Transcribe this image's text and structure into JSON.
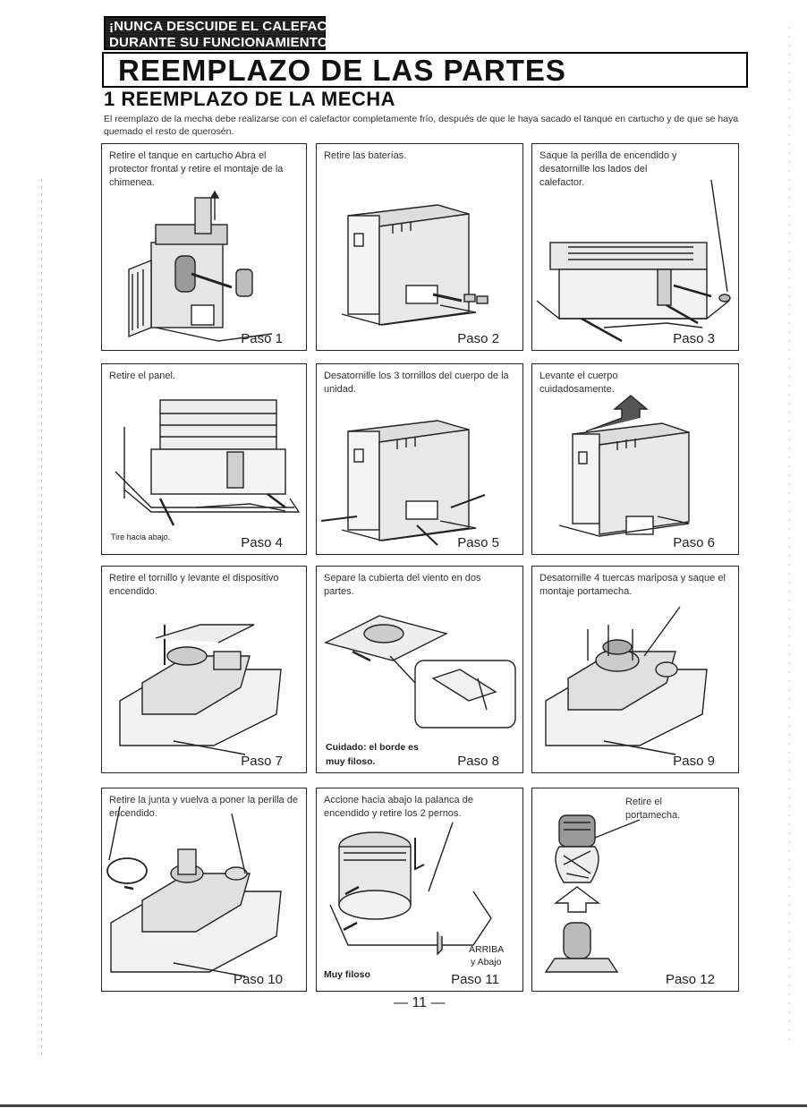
{
  "warning": {
    "line1": "¡NUNCA DESCUIDE EL CALEFACTOR",
    "line2": "DURANTE SU FUNCIONAMIENTO!"
  },
  "title": "REEMPLAZO DE LAS PARTES",
  "subtitle": "1 REEMPLAZO DE LA MECHA",
  "intro": "El reemplazo de la mecha debe realizarse con el calefactor completamente frío, después de que le haya sacado el tanque en cartucho y de que se haya quemado el resto de querosén.",
  "steps": [
    {
      "text": "Retire el tanque en cartucho Abra el protector frontal y retire el montaje de la chimenea.",
      "label": "Paso 1"
    },
    {
      "text": "Retire las baterías.",
      "label": "Paso 2"
    },
    {
      "text": "Saque la perilla de encendido y desatornille los lados del calefactor.",
      "label": "Paso 3"
    },
    {
      "text": "Retire el panel.",
      "label": "Paso 4",
      "note": "Tire hacia abajo."
    },
    {
      "text": "Desatornille los 3 tornillos del cuerpo de la unidad.",
      "label": "Paso 5"
    },
    {
      "text": "Levante el cuerpo cuidadosamente.",
      "label": "Paso 6"
    },
    {
      "text": "Retire el tornillo y levante el dispositivo encendido.",
      "label": "Paso 7"
    },
    {
      "text": "Separe la cubierta del viento en dos partes.",
      "label": "Paso 8",
      "note1": "Cuidado: el borde es",
      "note2": "muy filoso."
    },
    {
      "text": "Desatornille 4 tuercas mariposa y saque el montaje portamecha.",
      "label": "Paso 9"
    },
    {
      "text": "Retire la junta y vuelva a poner la perilla de encendido.",
      "label": "Paso 10"
    },
    {
      "text": "Accione hacia abajo la palanca de encendido y retire los 2 pernos.",
      "label": "Paso 11",
      "note": "Muy filoso",
      "arrow1": "ARRIBA",
      "arrow2": "y Abajo"
    },
    {
      "text": "Retire el portamecha.",
      "label": "Paso 12"
    }
  ],
  "page_number": "— 11 —"
}
